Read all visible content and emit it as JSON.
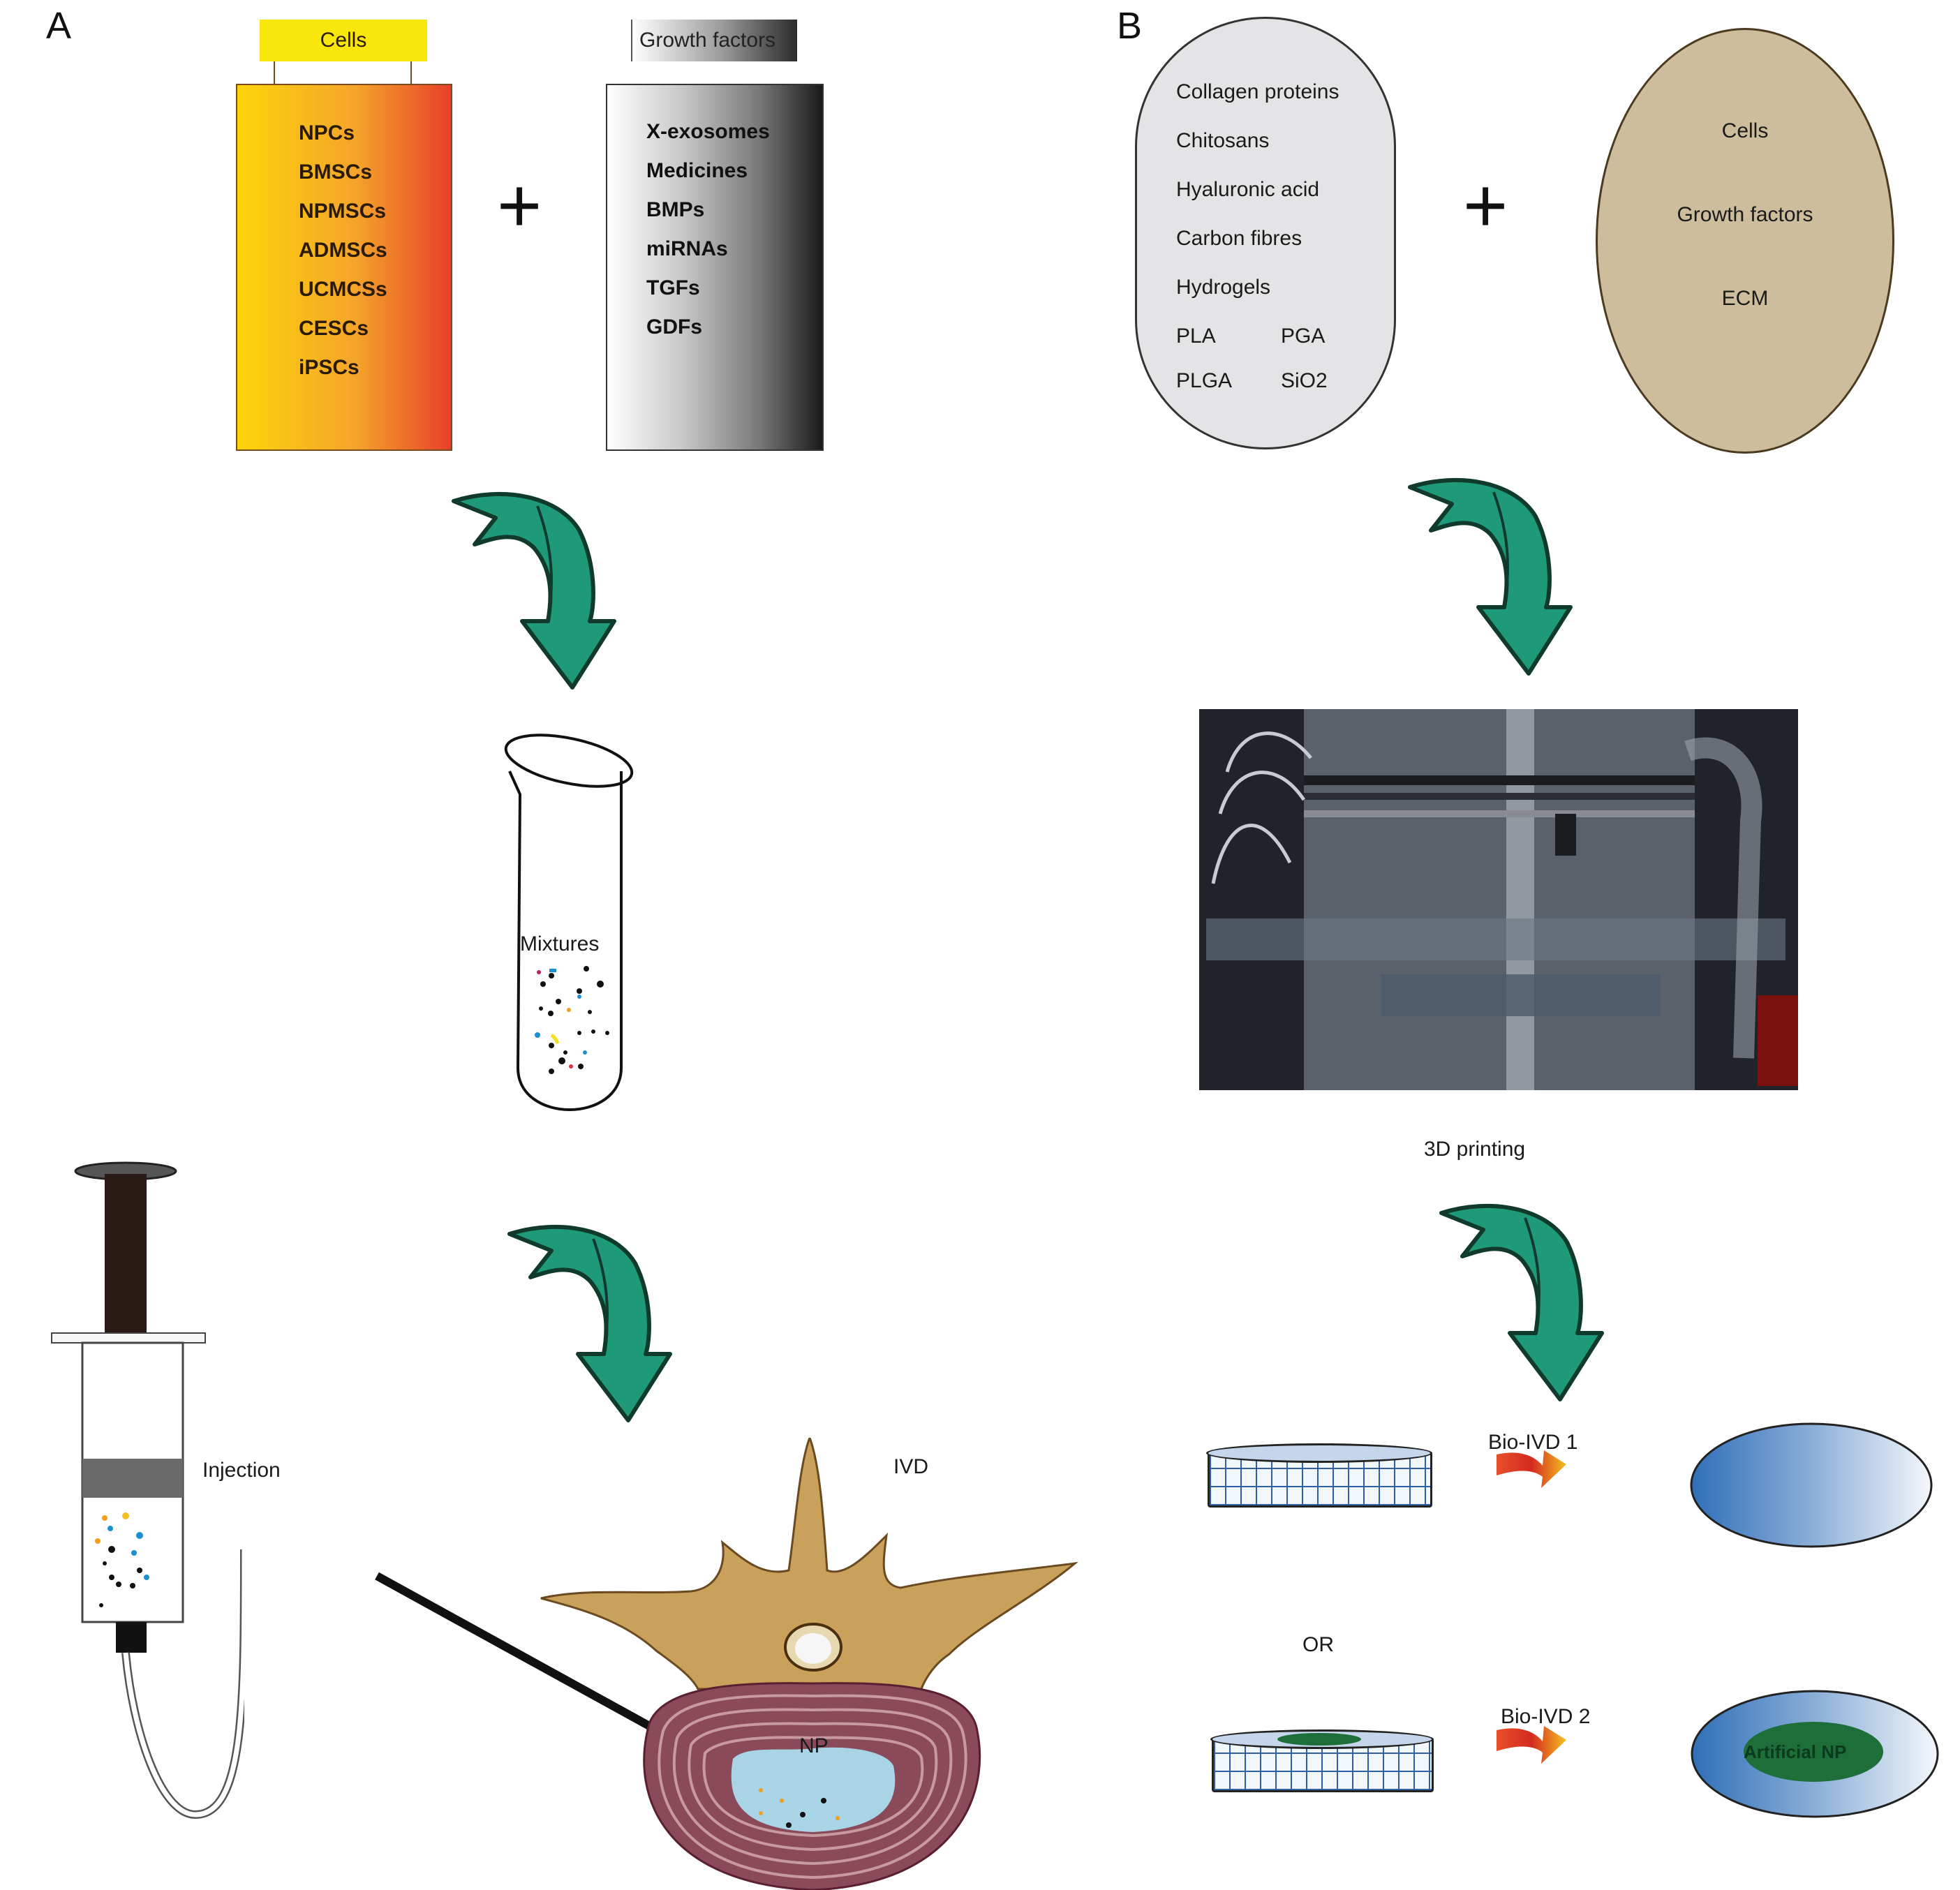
{
  "figure": {
    "panel_a": {
      "label": "A",
      "cells": {
        "title": "Cells",
        "items": [
          "NPCs",
          "BMSCs",
          "NPMSCs",
          "ADMSCs",
          "UCMCSs",
          "CESCs",
          "iPSCs"
        ]
      },
      "plus": "+",
      "growth_factors": {
        "title": "Growth factors",
        "items": [
          "X-exosomes",
          "Medicines",
          "BMPs",
          "miRNAs",
          "TGFs",
          "GDFs"
        ]
      },
      "tube_label": "Mixtures",
      "injection_label": "Injection",
      "ivd_label": "IVD",
      "np_label": "NP"
    },
    "panel_b": {
      "label": "B",
      "materials": {
        "items": [
          "Collagen proteins",
          "Chitosans",
          "Hyaluronic acid",
          "Carbon fibres",
          "Hydrogels"
        ],
        "pairs": [
          [
            "PLA",
            "PGA"
          ],
          [
            "PLGA",
            "SiO2"
          ]
        ]
      },
      "plus": "+",
      "bio_components": [
        "Cells",
        "Growth factors",
        "ECM"
      ],
      "printing_label": "3D printing",
      "bio_ivd_1": "Bio-IVD 1",
      "or_label": "OR",
      "bio_ivd_2": "Bio-IVD 2",
      "artificial_np": "Artificial NP"
    },
    "colors": {
      "arrow_green": "#1f9a78",
      "arrow_outline": "#0f3a2c",
      "vertebra": "#c9a15a",
      "annulus": "#8a4a5a",
      "nucleus": "#a8d4e6",
      "materials_oval": "#e4e4e6",
      "bio_oval": "#cdbd9c",
      "disc_blue": "#3a7cc0",
      "np_green": "#1e6e3a"
    }
  }
}
